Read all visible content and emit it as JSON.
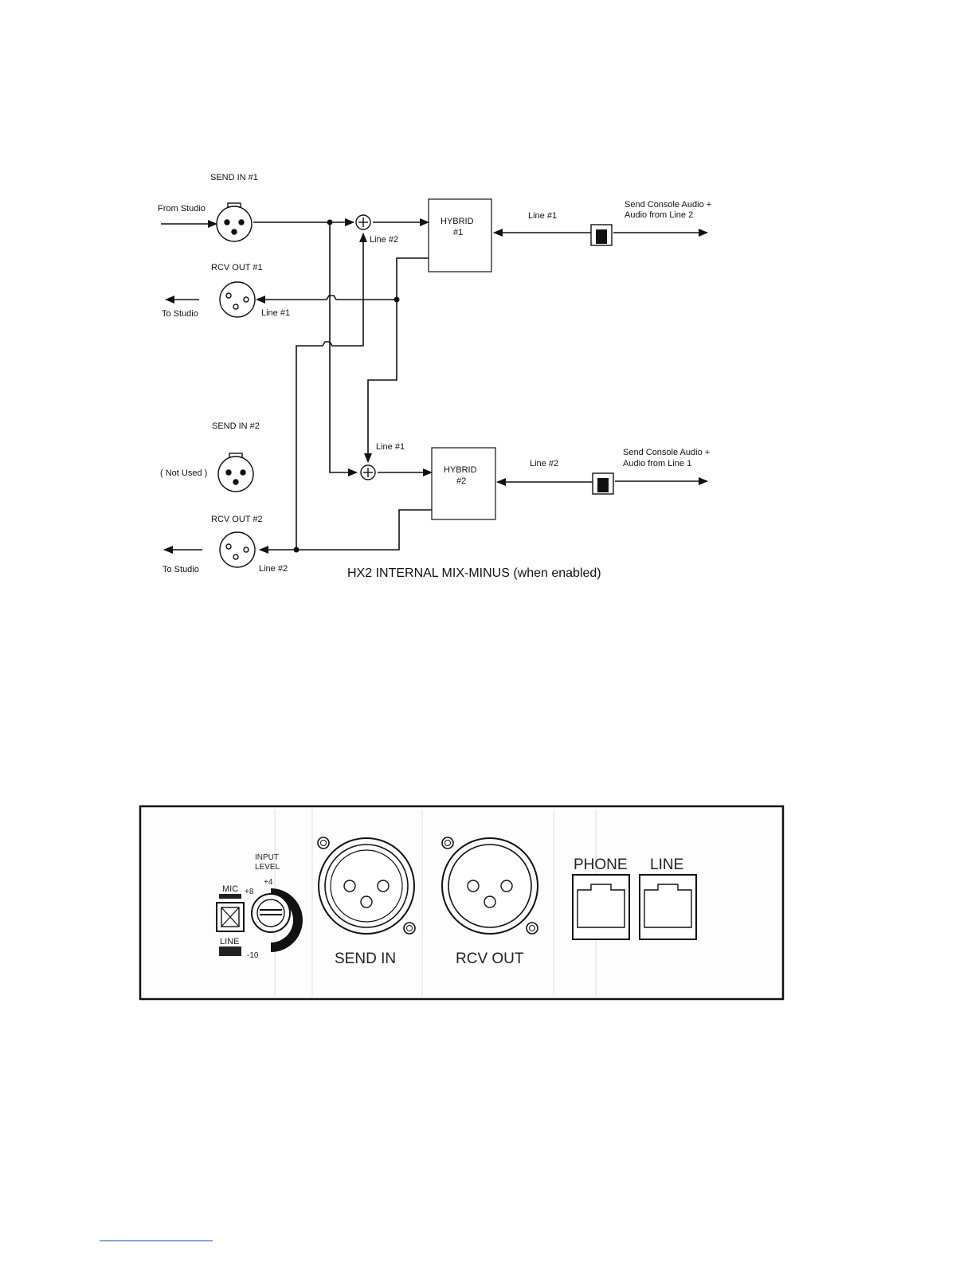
{
  "diagram": {
    "send_in_1": "SEND IN #1",
    "from_studio": "From Studio",
    "rcv_out_1": "RCV OUT #1",
    "to_studio_1": "To Studio",
    "line1_rcv1": "Line #1",
    "line2_sum1": "Line #2",
    "hybrid1_line1": "HYBRID",
    "hybrid1_line2": "#1",
    "line1_hybrid1": "Line #1",
    "send_console_1a": "Send Console Audio +",
    "send_console_1b": "Audio from Line 2",
    "send_in_2": "SEND IN #2",
    "not_used": "( Not Used )",
    "line1_sum2": "Line #1",
    "hybrid2_line1": "HYBRID",
    "hybrid2_line2": "#2",
    "line2_hybrid2": "Line #2",
    "send_console_2a": "Send Console Audio +",
    "send_console_2b": "Audio from Line 1",
    "rcv_out_2": "RCV OUT #2",
    "to_studio_2": "To Studio",
    "line2_rcv2": "Line #2",
    "title": "HX2 INTERNAL MIX-MINUS  (when enabled)"
  },
  "panel": {
    "input_level_a": "INPUT",
    "input_level_b": "LEVEL",
    "plus4": "+4",
    "plus8": "+8",
    "minus10": "-10",
    "mic": "MIC",
    "line_switch": "LINE",
    "send_in": "SEND IN",
    "rcv_out": "RCV OUT",
    "phone": "PHONE",
    "line_jack": "LINE"
  }
}
